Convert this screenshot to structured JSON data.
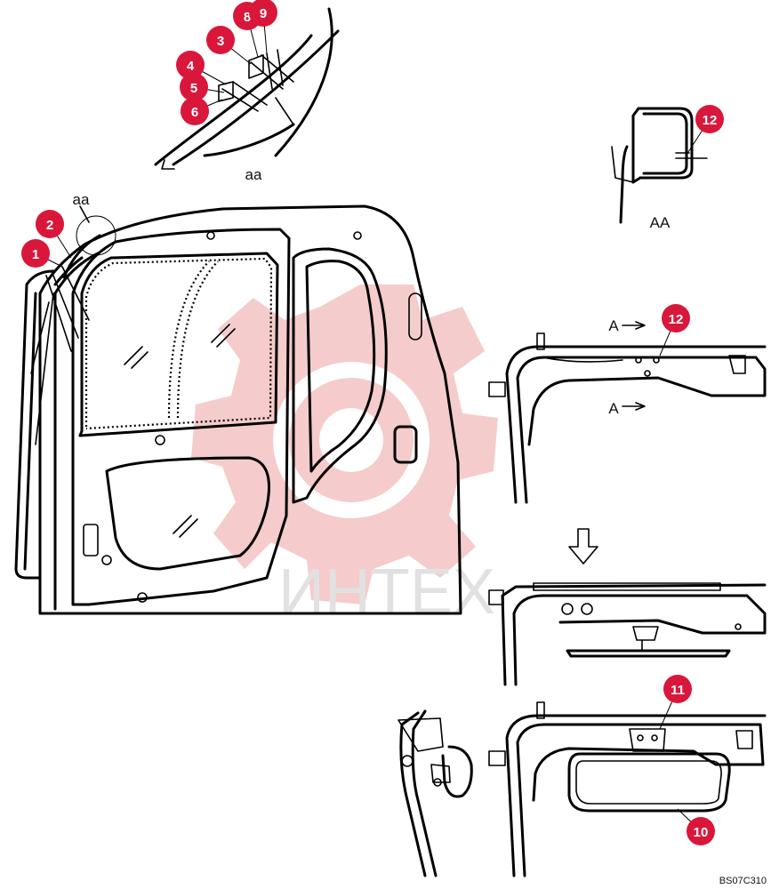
{
  "diagram": {
    "code": "BS07C310",
    "watermark": "ИНТЕХ",
    "colors": {
      "badge": "#d9173b",
      "watermark": "#f4c6c6"
    },
    "detail_labels": {
      "top_detail": "aa",
      "cab_callout": "aa",
      "section_view": "AA",
      "arrow_a_top": "A",
      "arrow_a_bottom": "A"
    },
    "callouts": [
      "1",
      "2",
      "3",
      "4",
      "5",
      "6",
      "8",
      "9",
      "12",
      "12",
      "11",
      "10"
    ]
  }
}
